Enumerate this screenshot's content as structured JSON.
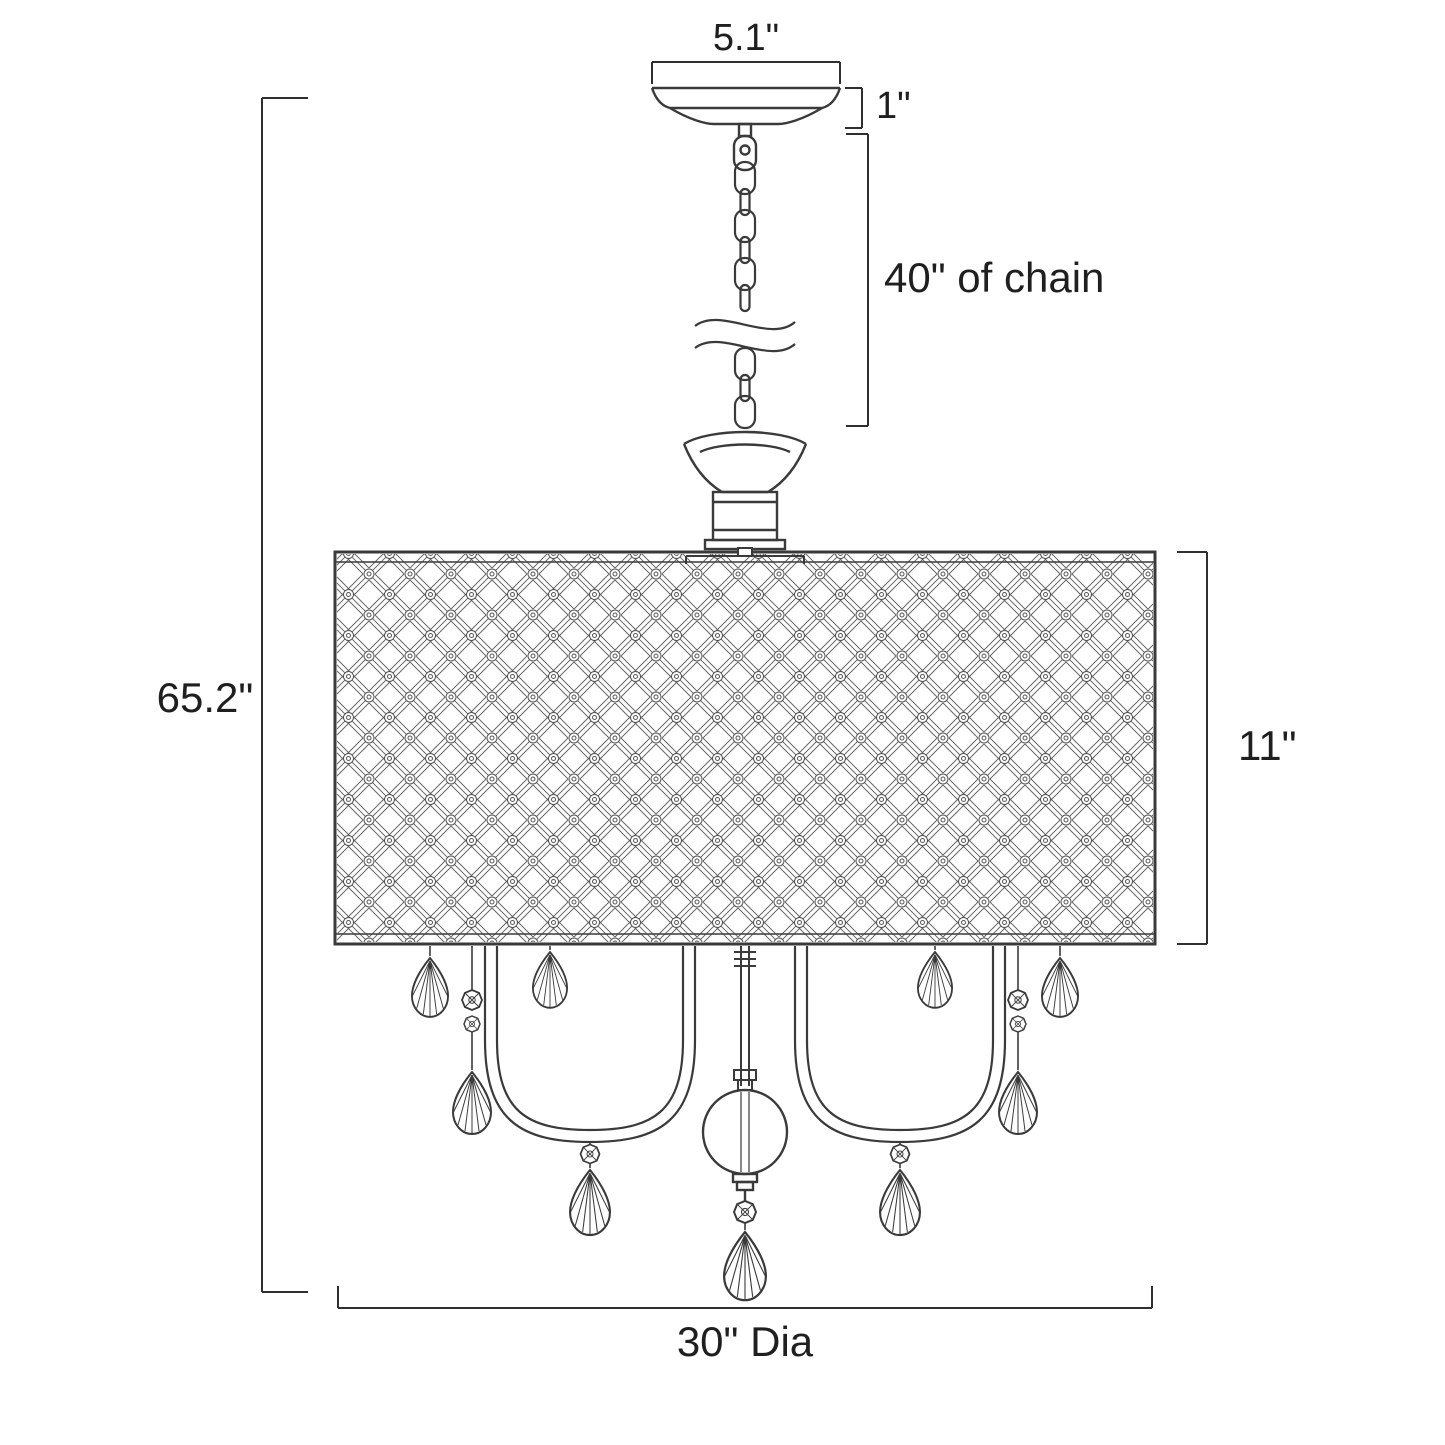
{
  "diagram": {
    "type": "technical-line-drawing",
    "subject": "chandelier with drum shade, hanging chain and crystal drops",
    "labels": {
      "canopy_width": "5.1\"",
      "canopy_height": "1\"",
      "chain_length": "40\" of chain",
      "overall_height": "65.2\"",
      "shade_height": "11\"",
      "shade_diameter": "30\" Dia"
    },
    "colors": {
      "background": "#ffffff",
      "line": "#3a3a3a",
      "dimension_text": "#1f1f1f"
    }
  }
}
